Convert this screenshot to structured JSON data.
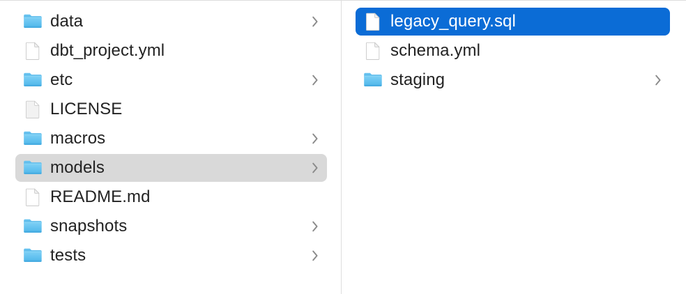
{
  "window": {
    "title": "Finder Column View",
    "view_mode": "column"
  },
  "colors": {
    "selection_active": "#0b6cd6",
    "selection_inactive": "#d9d9d9",
    "folder_blue": "#5bc0f0",
    "text": "#232323",
    "text_selected": "#ffffff",
    "divider": "#dedede",
    "background": "#ffffff"
  },
  "columns": [
    {
      "name": "project-root-column",
      "items": [
        {
          "label": "data",
          "kind": "folder",
          "icon": "folder-icon",
          "has_chevron": true,
          "selected": "none"
        },
        {
          "label": "dbt_project.yml",
          "kind": "file",
          "icon": "document-icon",
          "has_chevron": false,
          "selected": "none"
        },
        {
          "label": "etc",
          "kind": "folder",
          "icon": "folder-icon",
          "has_chevron": true,
          "selected": "none"
        },
        {
          "label": "LICENSE",
          "kind": "file",
          "icon": "generic-file-icon",
          "has_chevron": false,
          "selected": "none"
        },
        {
          "label": "macros",
          "kind": "folder",
          "icon": "folder-icon",
          "has_chevron": true,
          "selected": "none"
        },
        {
          "label": "models",
          "kind": "folder",
          "icon": "folder-icon",
          "has_chevron": true,
          "selected": "inactive"
        },
        {
          "label": "README.md",
          "kind": "file",
          "icon": "document-icon",
          "has_chevron": false,
          "selected": "none"
        },
        {
          "label": "snapshots",
          "kind": "folder",
          "icon": "folder-icon",
          "has_chevron": true,
          "selected": "none"
        },
        {
          "label": "tests",
          "kind": "folder",
          "icon": "folder-icon",
          "has_chevron": true,
          "selected": "none"
        }
      ]
    },
    {
      "name": "models-folder-column",
      "items": [
        {
          "label": "legacy_query.sql",
          "kind": "file",
          "icon": "document-icon",
          "has_chevron": false,
          "selected": "active"
        },
        {
          "label": "schema.yml",
          "kind": "file",
          "icon": "document-icon",
          "has_chevron": false,
          "selected": "none"
        },
        {
          "label": "staging",
          "kind": "folder",
          "icon": "folder-icon",
          "has_chevron": true,
          "selected": "none"
        }
      ]
    }
  ]
}
